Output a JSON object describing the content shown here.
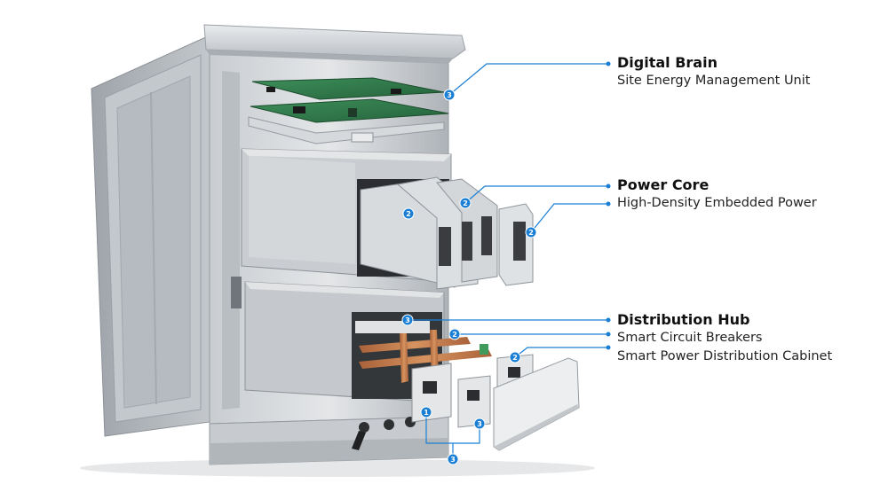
{
  "labels": {
    "digital_brain": {
      "title": "Digital Brain",
      "subtitle": "Site Energy Management Unit"
    },
    "power_core": {
      "title": "Power Core",
      "subtitle": "High-Density Embedded Power"
    },
    "distribution_hub": {
      "title": "Distribution Hub",
      "items": [
        "Smart Circuit Breakers",
        "Smart Power Distribution Cabinet"
      ]
    }
  },
  "badges": [
    "1",
    "2",
    "3"
  ],
  "colors": {
    "accent": "#1a7fd4",
    "steel_light": "#d9dcdf",
    "steel_mid": "#b7bcc1",
    "steel_dark": "#8d9399",
    "pcb_green": "#2f7a4a",
    "copper": "#c2794a"
  }
}
